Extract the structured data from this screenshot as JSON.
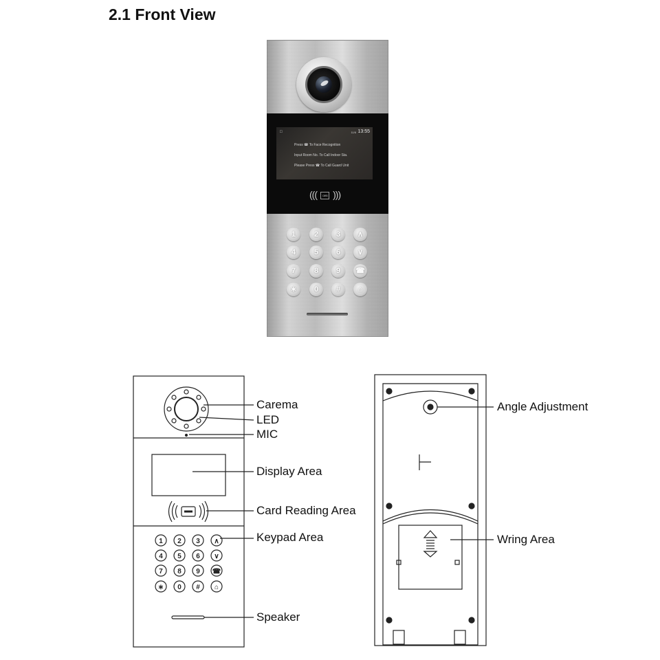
{
  "heading": "2.1 Front View",
  "device_photo": {
    "screen": {
      "time": "13:55",
      "signal": "11/6",
      "lines": [
        "Press ☎ To Face Recognition",
        "Input Room No. To Call Indoor Sta.",
        "Please Press ☎ To Call Guard Unit"
      ]
    },
    "card_icon_text": "CARD",
    "keys": [
      "1",
      "2",
      "3",
      "∧",
      "4",
      "5",
      "6",
      "∨",
      "7",
      "8",
      "9",
      "☎",
      "∗",
      "0",
      "#",
      "⌂"
    ]
  },
  "front_labels": {
    "camera": "Carema",
    "led": "LED",
    "mic": "MIC",
    "display": "Display Area",
    "card": "Card Reading Area",
    "keypad": "Keypad Area",
    "speaker": "Speaker"
  },
  "back_labels": {
    "angle": "Angle Adjustment",
    "wiring": "Wring Area"
  },
  "diagram_keys": [
    "1",
    "2",
    "3",
    "∧",
    "4",
    "5",
    "6",
    "∨",
    "7",
    "8",
    "9",
    "☎",
    "∗",
    "0",
    "#",
    "⌂"
  ]
}
